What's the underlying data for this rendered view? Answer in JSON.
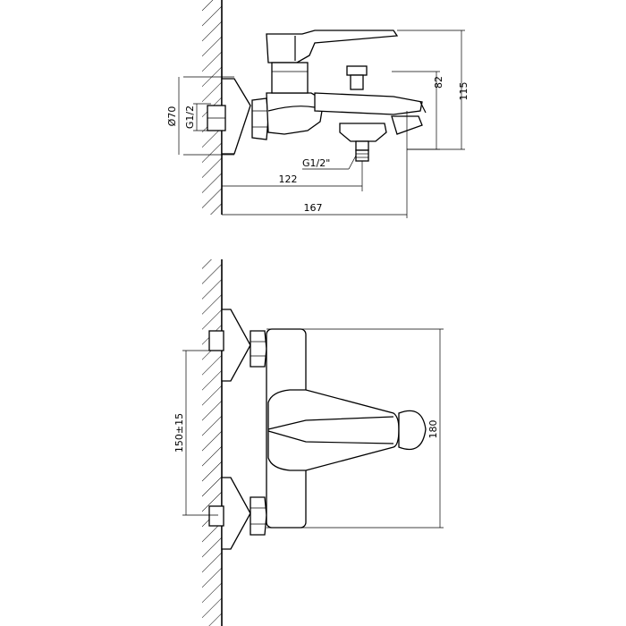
{
  "top_view": {
    "dim_diameter": "Ø70",
    "dim_thread_wall": "G1/2",
    "dim_thread_outlet": "G1/2\"",
    "dim_width_122": "122",
    "dim_width_167": "167",
    "dim_height_82": "82",
    "dim_height_115": "115"
  },
  "bottom_view": {
    "dim_spacing": "150±15",
    "dim_height_180": "180"
  }
}
